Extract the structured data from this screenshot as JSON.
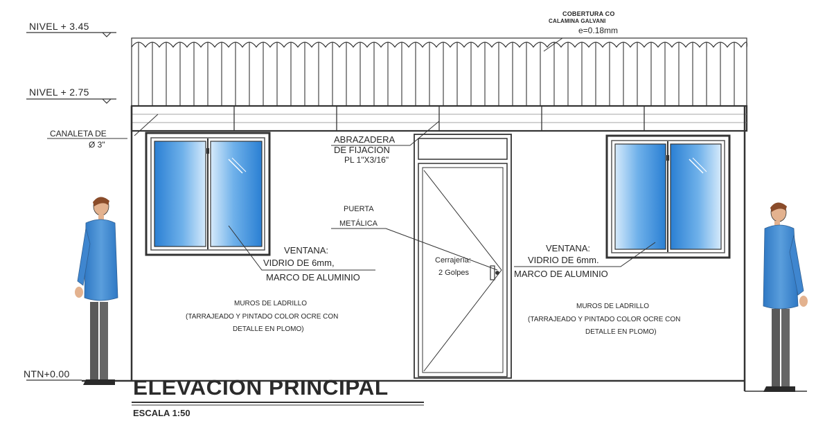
{
  "levels": {
    "upper": "NIVEL  + 3.45",
    "middle": "NIVEL  + 2.75",
    "ground": "NTN+0.00"
  },
  "annotations": {
    "roof_line1": "COBERTURA CO",
    "roof_line2": "CALAMINA GALVANI",
    "roof_line3": "e=0.18mm",
    "gutter_line1": "CANALETA DE",
    "gutter_line2": "Ø 3\"",
    "clamp_line1": "ABRAZADERA",
    "clamp_line2": "DE FIJACION",
    "clamp_line3": "PL 1\"X3/16\"",
    "door_line1": "PUERTA",
    "door_line2": "METÁLICA",
    "lock_line1": "Cerrajería:",
    "lock_line2": "2 Golpes",
    "window_left_line1": "VENTANA:",
    "window_left_line2": "VIDRIO DE 6mm,",
    "window_left_line3": "MARCO DE ALUMINIO",
    "window_right_line1": "VENTANA:",
    "window_right_line2": "VIDRIO DE 6mm.",
    "window_right_line3": "MARCO DE ALUMINIO",
    "wall_left_line1": "MUROS DE LADRILLO",
    "wall_left_line2": "(TARRAJEADO Y PINTADO COLOR OCRE CON",
    "wall_left_line3": "DETALLE EN PLOMO)",
    "wall_right_line1": "MUROS DE LADRILLO",
    "wall_right_line2": "(TARRAJEADO Y PINTADO COLOR OCRE CON",
    "wall_right_line3": "DETALLE EN PLOMO)"
  },
  "title": "ELEVACION PRINCIPAL",
  "scale": "ESCALA 1:50",
  "colors": {
    "line": "#333333",
    "glass": "#2f86d6",
    "figure_coat": "#3f86cf",
    "figure_pants": "#5a5a5a"
  },
  "icons": [
    "human-figure-left",
    "human-figure-right"
  ]
}
